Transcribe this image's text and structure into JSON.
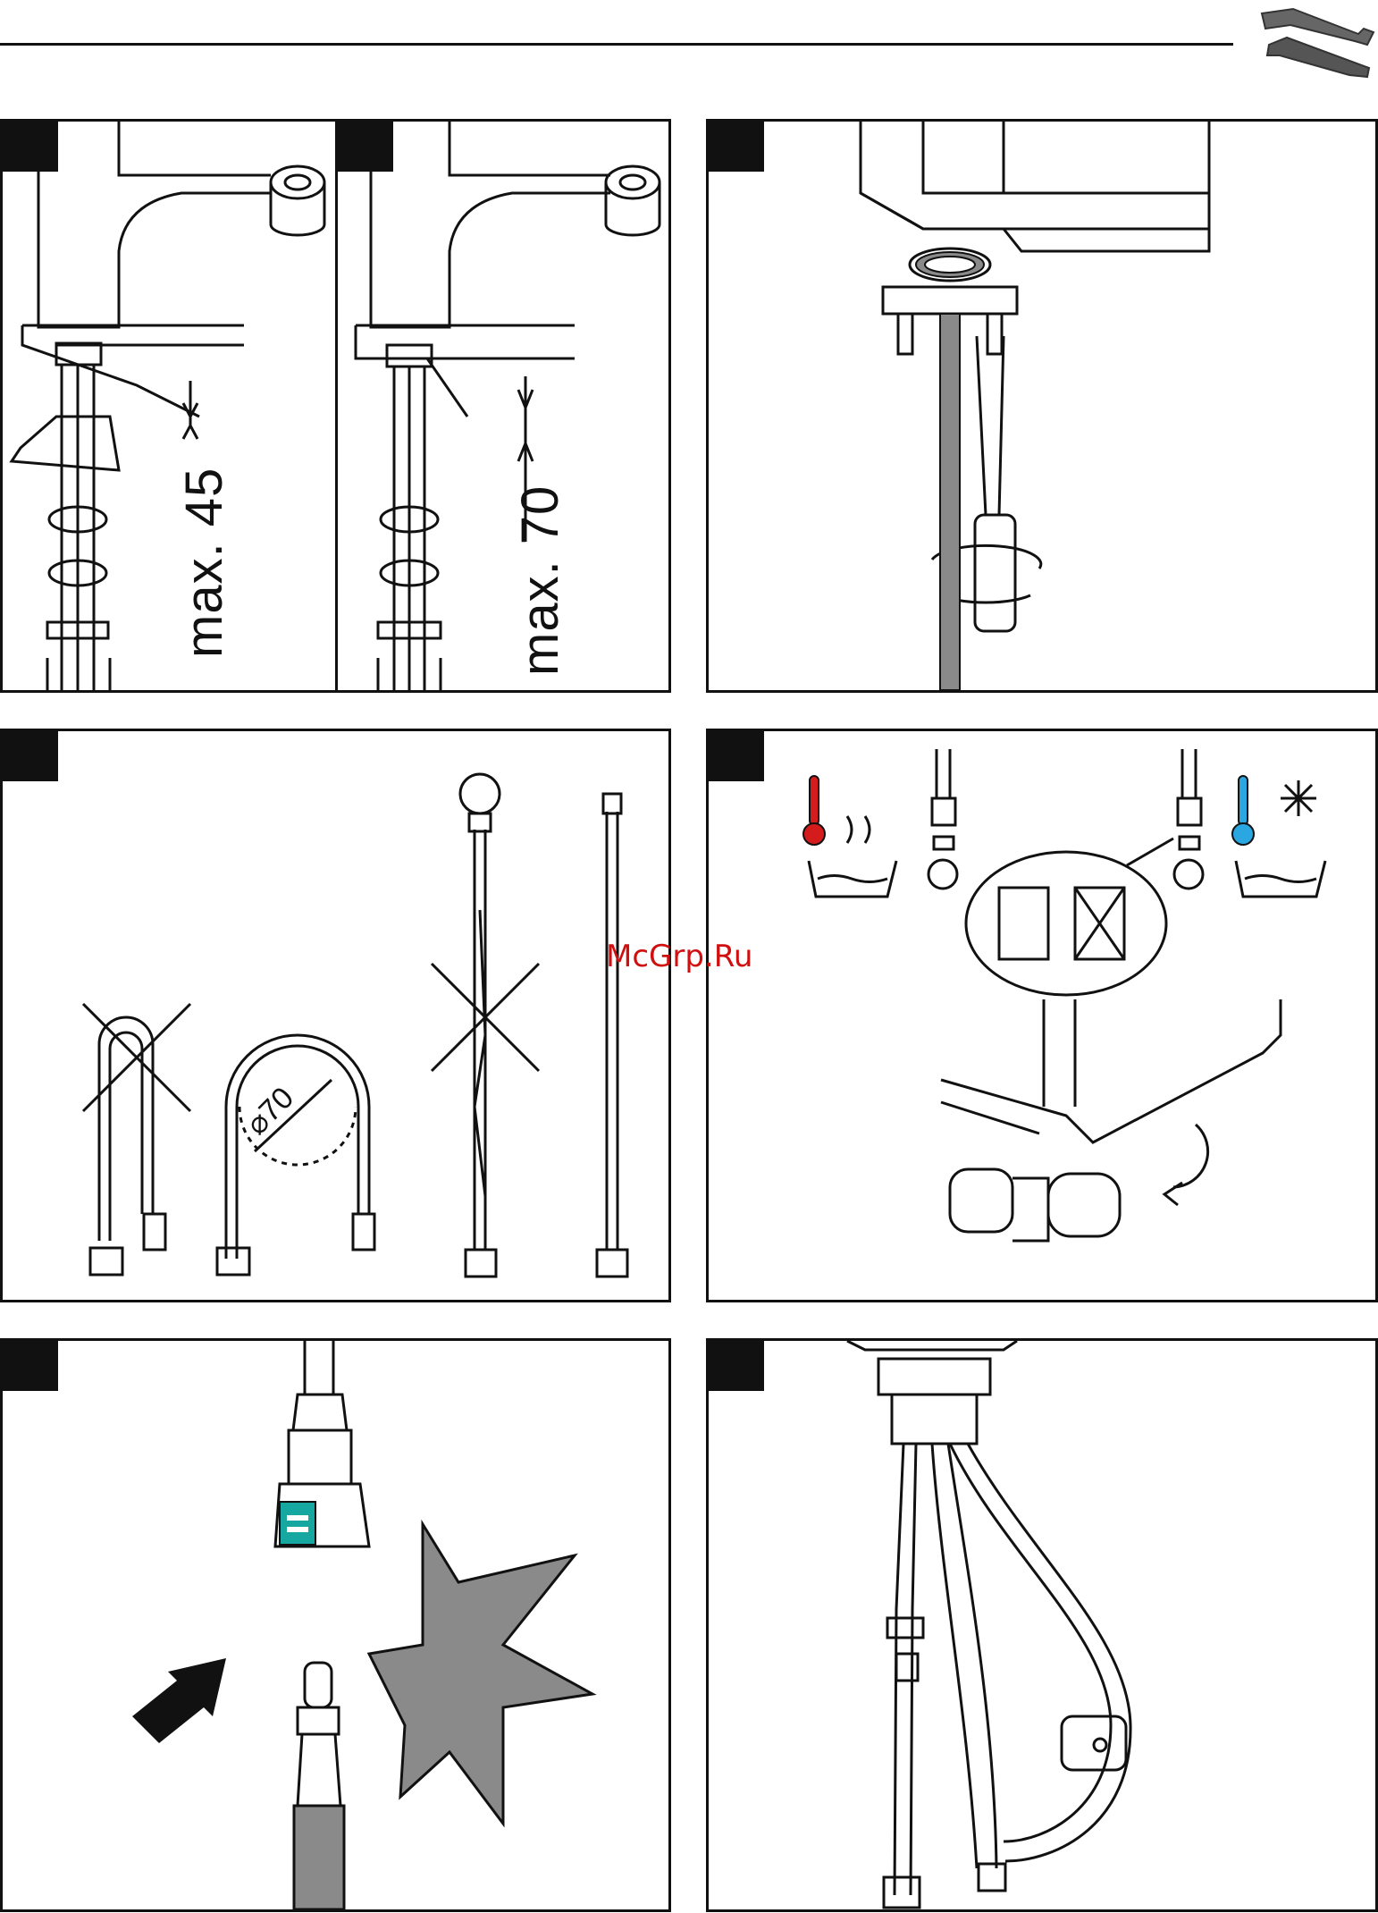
{
  "page": {
    "icon": "wrench-screwdriver-icon"
  },
  "panels": {
    "mounting_thin": {
      "dimension_label": "max. 45"
    },
    "mounting_thick": {
      "dimension_label": "max. 70"
    },
    "hose_bending": {
      "diameter_label": "70"
    },
    "supply_connection": {
      "hot_icon": "thermometer-hot-icon",
      "cold_icon": "thermometer-cold-icon"
    }
  },
  "watermark": {
    "text": "McGrp.Ru"
  },
  "colors": {
    "line": "#111111",
    "hot": "#d41c1c",
    "cold": "#2aa6e0",
    "fill_gray": "#8a8a8a",
    "teal": "#16a7a0"
  }
}
